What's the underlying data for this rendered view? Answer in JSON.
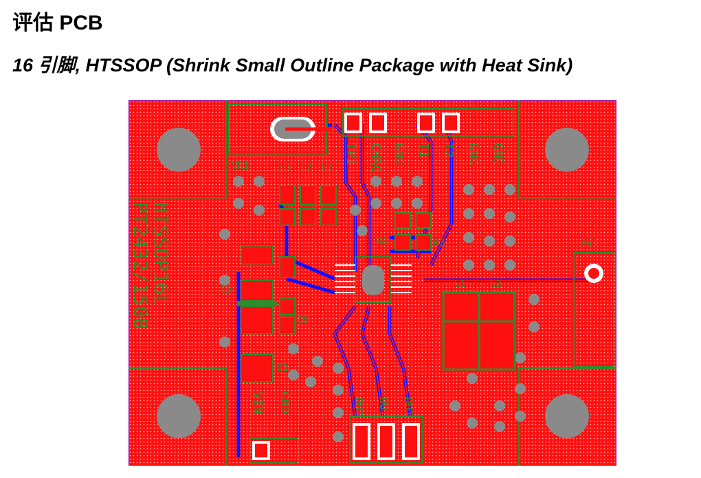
{
  "page": {
    "heading": "评估 PCB",
    "subheading": "16 引脚, HTSSOP (Shrink Small Outline Package with Heat Sink)"
  },
  "colors": {
    "copper": "#ff1010",
    "silkscreen": "#2e8b2e",
    "via_trace": "#1010ff",
    "hole": "#8a8a8a",
    "outline": "#a000a0"
  },
  "board": {
    "board_text_1": "HTSSOP16L",
    "board_text_2": "PT2432/1508",
    "designators": {
      "vr1": "VR1",
      "c3": "C3",
      "c2": "C2",
      "c1": "C1",
      "r4": "R4",
      "r3": "R3",
      "c5": "C5",
      "c6": "C6",
      "d1": "D1",
      "sw1": "SW1",
      "l1": "L1",
      "l2": "L2"
    },
    "top_labels": [
      "TP1",
      "CHRG",
      "GND",
      "T1",
      "T2",
      "GND",
      "GND"
    ],
    "bottom_labels": {
      "vin": "VIN",
      "gnd": "GND",
      "pads": [
        "OUT",
        "OUT",
        "OUT"
      ]
    }
  }
}
